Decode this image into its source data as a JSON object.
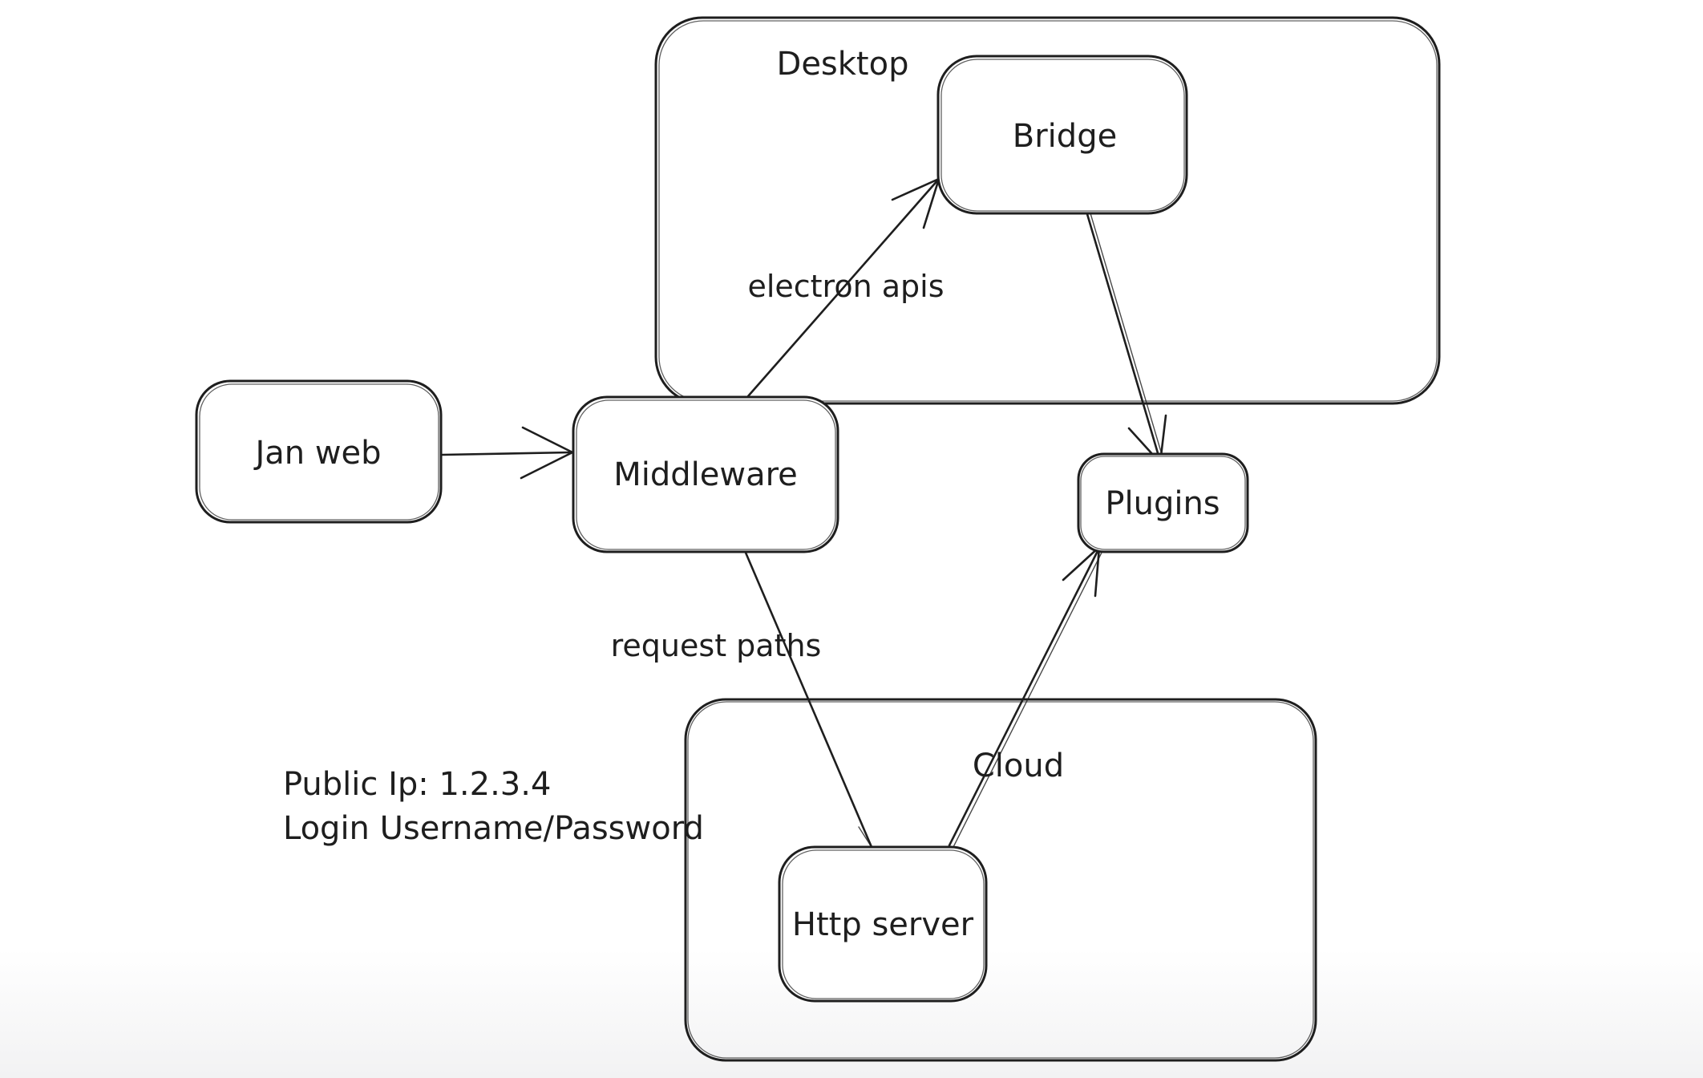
{
  "canvas": {
    "background": "#ffffff",
    "stroke_color": "#1e1e1e",
    "bottom_shade_color": "#f2f2f3"
  },
  "containers": [
    {
      "id": "desktop",
      "label": "Desktop"
    },
    {
      "id": "cloud",
      "label": "Cloud"
    }
  ],
  "nodes": [
    {
      "id": "jan-web",
      "label": "Jan web"
    },
    {
      "id": "middleware",
      "label": "Middleware"
    },
    {
      "id": "bridge",
      "label": "Bridge"
    },
    {
      "id": "plugins",
      "label": "Plugins"
    },
    {
      "id": "http-server",
      "label": "Http server"
    }
  ],
  "edges": [
    {
      "id": "janweb-to-middleware",
      "from": "Jan web",
      "to": "Middleware",
      "label": ""
    },
    {
      "id": "middleware-to-bridge",
      "from": "Middleware",
      "to": "Bridge",
      "label": "electron apis"
    },
    {
      "id": "bridge-to-plugins",
      "from": "Bridge",
      "to": "Plugins",
      "label": ""
    },
    {
      "id": "middleware-to-httpserver",
      "from": "Middleware",
      "to": "Http server",
      "label": "request paths"
    },
    {
      "id": "httpserver-to-plugins",
      "from": "Http server",
      "to": "Plugins",
      "label": ""
    }
  ],
  "annotations": {
    "public_ip": "Public Ip: 1.2.3.4",
    "login": "Login Username/Password"
  }
}
